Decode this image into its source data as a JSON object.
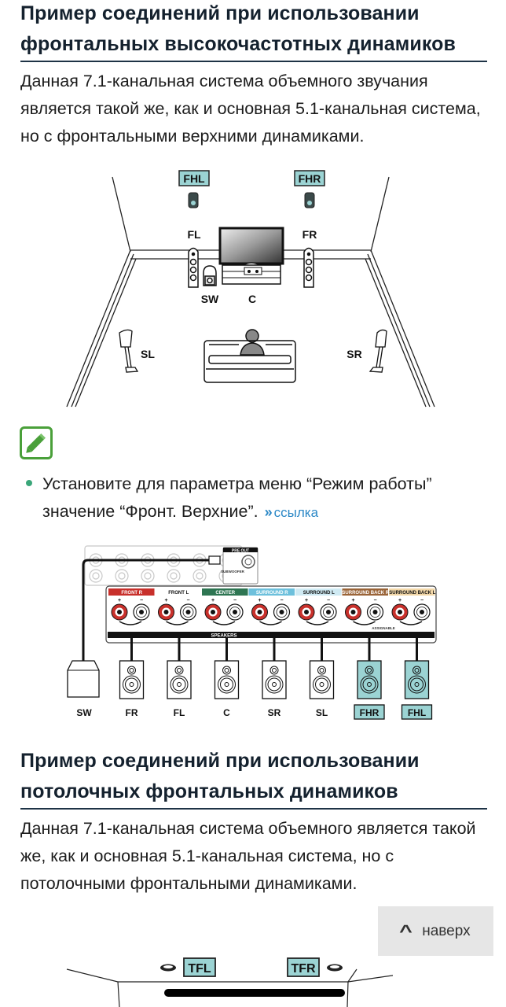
{
  "section1": {
    "title": "Пример соединений при использовании фронтальных высокочастотных динамиков",
    "description": "Данная 7.1-канальная система объемного звучания является такой же, как и основная 5.1-канальная система, но с фронтальными верхними динамиками.",
    "room_diagram": {
      "labels": {
        "fhl": "FHL",
        "fhr": "FHR",
        "fl": "FL",
        "fr": "FR",
        "sw": "SW",
        "c": "C",
        "sl": "SL",
        "sr": "SR"
      }
    },
    "note": {
      "icon": "pencil-icon",
      "bullet_text": "Установите для параметра меню “Режим работы” значение “Фронт. Верхние”.",
      "link_label": "ссылка",
      "link_icon": "double-chevron-right-icon"
    },
    "connection_diagram": {
      "preout_label": "PRE OUT",
      "subwoofer_label": "SUBWOOFER",
      "speakers_label": "SPEAKERS",
      "assignable_label": "ASSIGNABLE",
      "terminals": [
        {
          "label": "FRONT R",
          "color": "#c8302b",
          "text_color": "#ffffff"
        },
        {
          "label": "FRONT L",
          "color": "#ffffff",
          "text_color": "#111111"
        },
        {
          "label": "CENTER",
          "color": "#2e7552",
          "text_color": "#ffffff"
        },
        {
          "label": "SURROUND R",
          "color": "#6dc0dc",
          "text_color": "#ffffff"
        },
        {
          "label": "SURROUND L",
          "color": "#cfeaf3",
          "text_color": "#111111"
        },
        {
          "label": "SURROUND BACK R",
          "color": "#9a6438",
          "text_color": "#ffffff"
        },
        {
          "label": "SURROUND BACK L",
          "color": "#f2d7a8",
          "text_color": "#111111"
        }
      ],
      "speakers": [
        {
          "label": "SW",
          "highlight": false
        },
        {
          "label": "FR",
          "highlight": false
        },
        {
          "label": "FL",
          "highlight": false
        },
        {
          "label": "C",
          "highlight": false
        },
        {
          "label": "SR",
          "highlight": false
        },
        {
          "label": "SL",
          "highlight": false
        },
        {
          "label": "FHR",
          "highlight": true
        },
        {
          "label": "FHL",
          "highlight": true
        }
      ]
    }
  },
  "section2": {
    "title": "Пример соединений при использовании потолочных фронтальных динамиков",
    "description": "Данная 7.1-канальная система объемного является такой же, как и основная 5.1-канальная система, но с потолочными фронтальными динамиками.",
    "room_diagram": {
      "labels": {
        "tfl": "TFL",
        "tfr": "TFR"
      }
    }
  },
  "back_to_top": {
    "label": "наверх",
    "icon": "chevron-up-icon"
  },
  "colors": {
    "heading": "#14212e",
    "highlight_fill": "#9bd3d3",
    "link": "#2a87c6",
    "note_green": "#4aa03a",
    "bullet": "#3aa679"
  }
}
